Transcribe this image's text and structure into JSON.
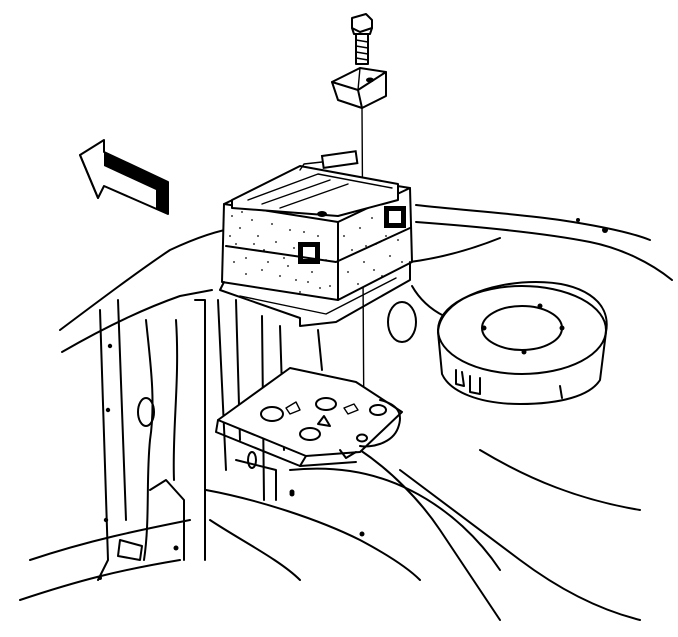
{
  "diagram": {
    "parts": [
      "battery",
      "hold-down-bolt",
      "hold-down-retainer",
      "battery-tray",
      "direction-arrow",
      "vehicle-body-structure",
      "spare-tire-well"
    ],
    "colors": {
      "line": "#000000",
      "background": "#ffffff"
    }
  }
}
